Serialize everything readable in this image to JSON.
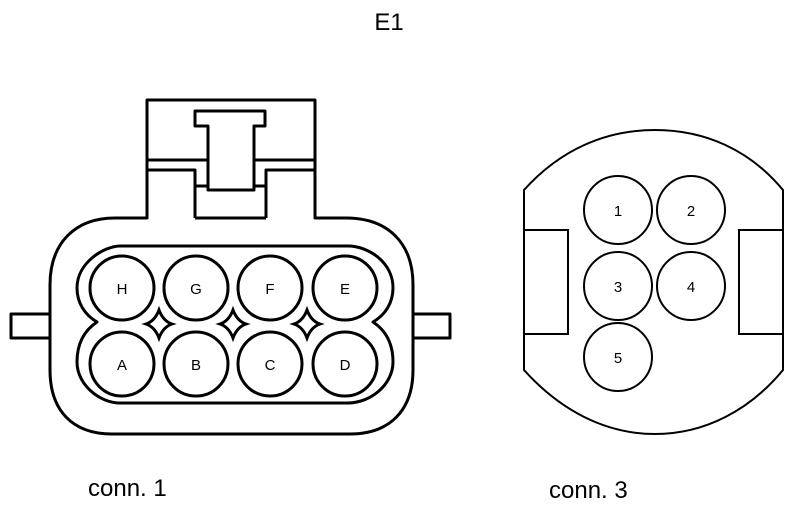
{
  "title": "E1",
  "connector1": {
    "label": "conn. 1",
    "top_row": [
      "H",
      "G",
      "F",
      "E"
    ],
    "bottom_row": [
      "A",
      "B",
      "C",
      "D"
    ]
  },
  "connector3": {
    "label": "conn. 3",
    "pins": [
      "1",
      "2",
      "3",
      "4",
      "5"
    ]
  }
}
